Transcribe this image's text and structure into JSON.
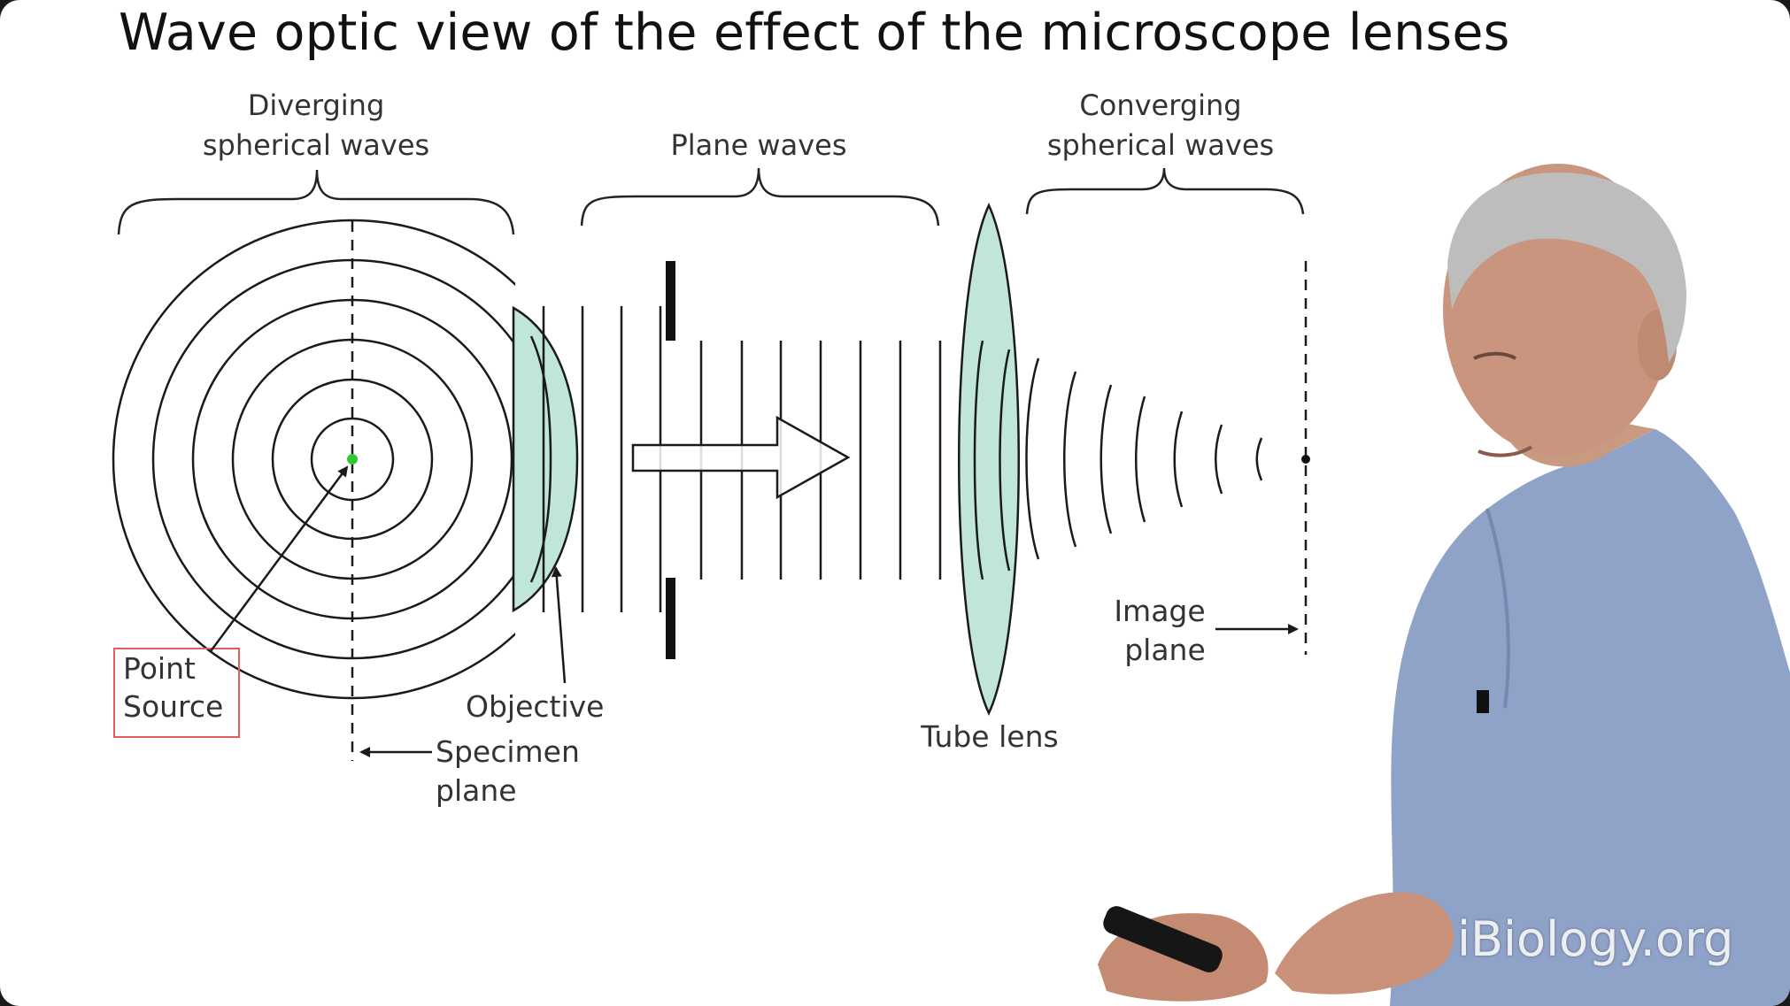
{
  "slide": {
    "title": "Wave optic view of the effect of the microscope lenses",
    "watermark": "iBiology.org"
  },
  "diagram": {
    "labels": {
      "diverging_line1": "Diverging",
      "diverging_line2": "spherical waves",
      "plane_waves": "Plane waves",
      "converging_line1": "Converging",
      "converging_line2": "spherical waves",
      "point_line1": "Point",
      "point_line2": "Source",
      "objective": "Objective",
      "specimen_line1": "Specimen",
      "specimen_line2": "plane",
      "tube_lens": "Tube lens",
      "image_line1": "Image",
      "image_line2": "plane"
    },
    "colors": {
      "lens_fill": "#bfe6d6",
      "point_source": "#32c832",
      "highlight_box": "#e06060",
      "line": "#1a1a1a"
    }
  }
}
